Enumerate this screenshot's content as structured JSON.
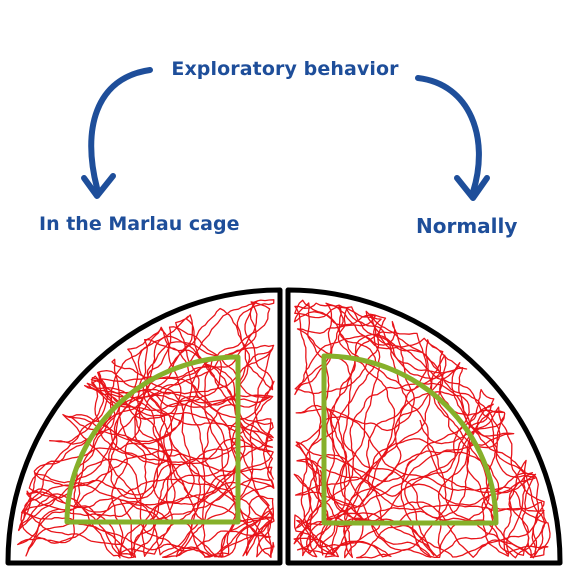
{
  "title": "Exploratory behavior",
  "left_panel": {
    "label": "In the Marlau cage"
  },
  "right_panel": {
    "label": "Normally"
  },
  "colors": {
    "text": "#1e4e9a",
    "arrow": "#1e4e9a",
    "arena_outline": "#000000",
    "zone_outline": "#86b02a",
    "trajectory": "#e8141a"
  },
  "icons": {
    "left_arrow": "curved-arrow-down-left-icon",
    "right_arrow": "curved-arrow-down-right-icon"
  }
}
